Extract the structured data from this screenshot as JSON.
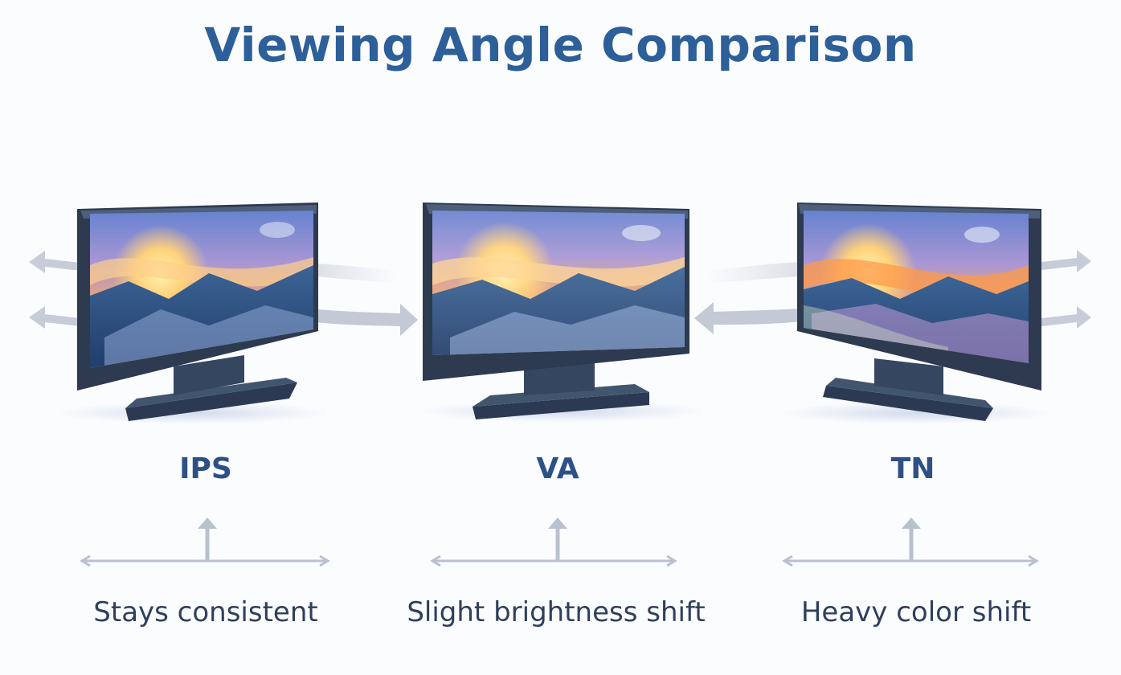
{
  "title": "Viewing Angle Comparison",
  "colors": {
    "title": "#2d5f99",
    "label": "#2e5185",
    "caption": "#2f3f5c",
    "bezel": "#2d3a4f",
    "stand": "#354760",
    "arrow": "#c3c9d5",
    "indicator": "#b9c1d0"
  },
  "panels": [
    {
      "type": "IPS",
      "caption": "Stays consistent",
      "shift": "none"
    },
    {
      "type": "VA",
      "caption": "Slight brightness shift",
      "shift": "brightness"
    },
    {
      "type": "TN",
      "caption": "Heavy color shift",
      "shift": "color"
    }
  ]
}
